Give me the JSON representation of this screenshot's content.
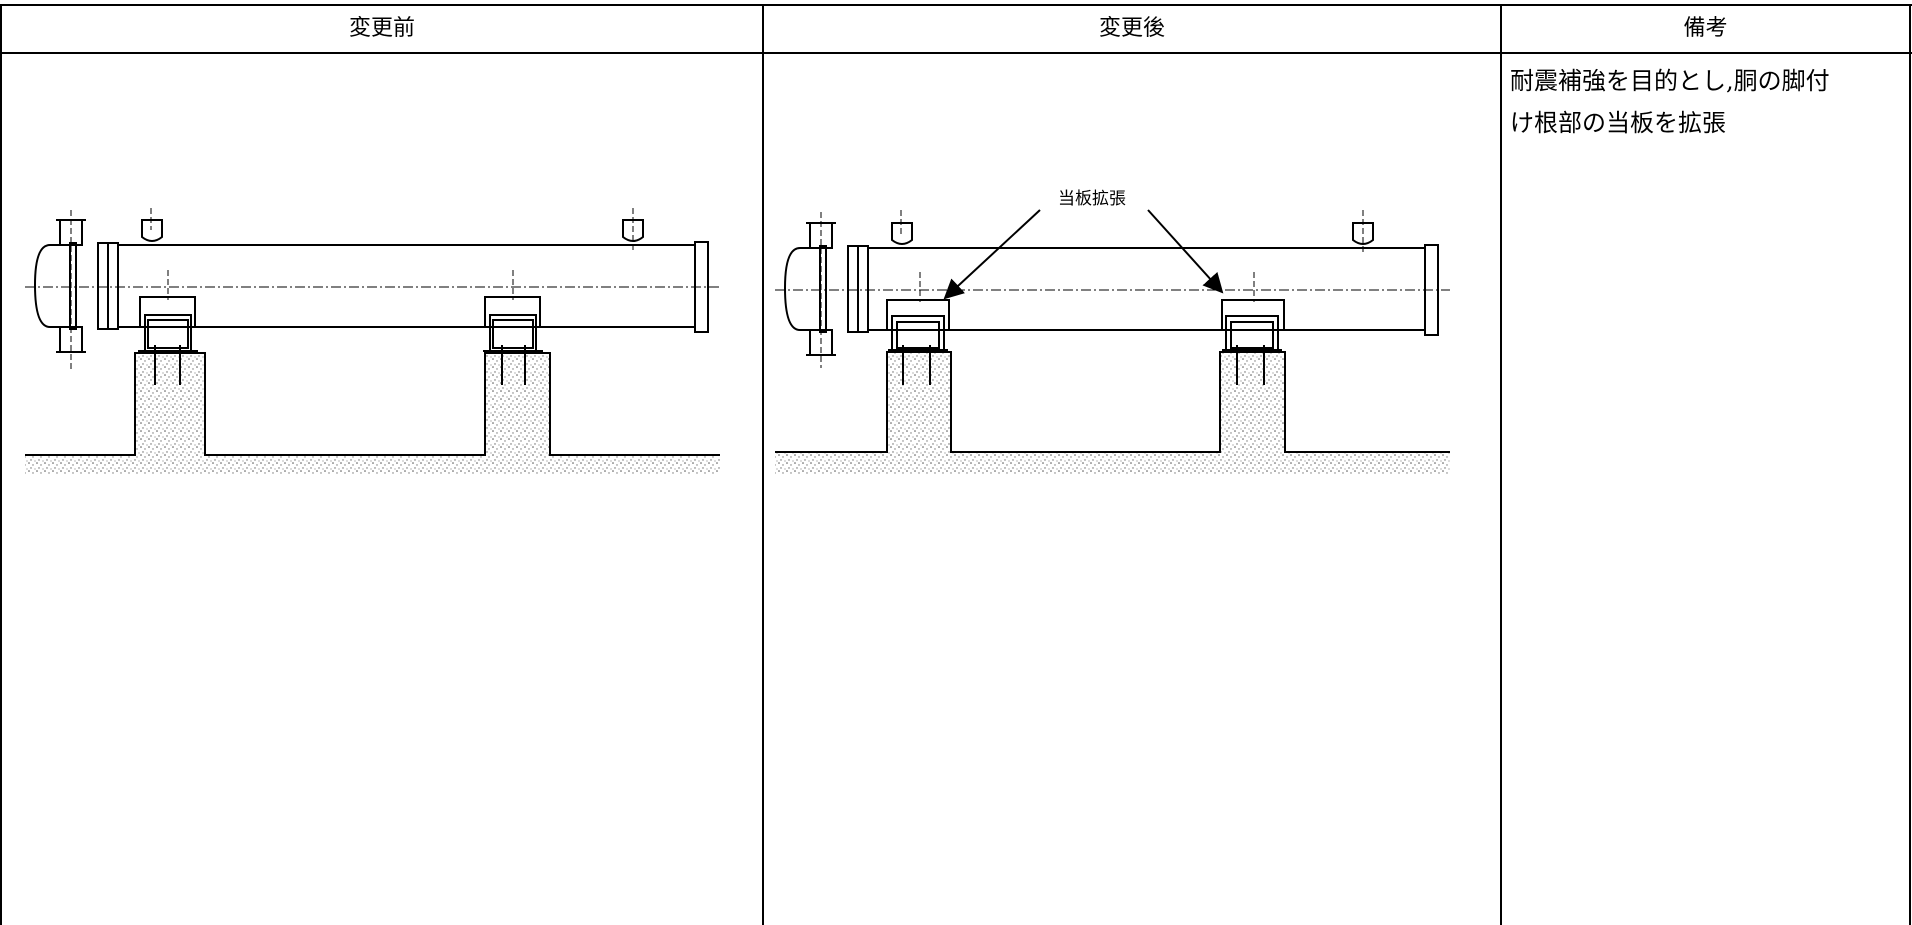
{
  "table": {
    "headers": {
      "before": "変更前",
      "after": "変更後",
      "remarks": "備考"
    },
    "remarks_lines": [
      "耐震補強を目的とし,胴の脚付",
      "け根部の当板を拡張"
    ]
  },
  "drawing_after": {
    "callout_label": "当板拡張"
  }
}
